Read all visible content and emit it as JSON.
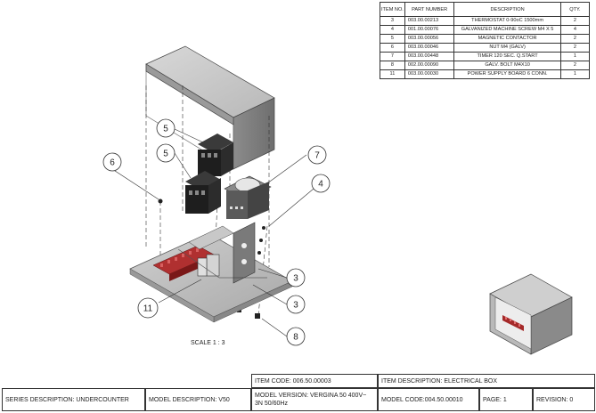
{
  "bom": {
    "headers": [
      "ITEM NO.",
      "PART NUMBER",
      "DESCRIPTION",
      "QTY."
    ],
    "rows": [
      [
        "3",
        "003.00.00213",
        "THERMOSTAT 0-90oC 1500mm",
        "2"
      ],
      [
        "4",
        "001.00.00076",
        "GALVANIZED MACHINE SCREW M4 X 5",
        "4"
      ],
      [
        "5",
        "003.00.00056",
        "MAGNETIC CONTACTOR",
        "2"
      ],
      [
        "6",
        "003.00.00046",
        "NUT M4 (GALV)",
        "2"
      ],
      [
        "7",
        "003.00.00448",
        "TIMER 120 SEC. Q.START",
        "1"
      ],
      [
        "8",
        "002.00.00090",
        "GALV. BOLT M4X10",
        "2"
      ],
      [
        "11",
        "003.00.00030",
        "POWER SUPPLY BOARD 6 CONN.",
        "1"
      ]
    ]
  },
  "callouts": [
    "5",
    "5",
    "6",
    "7",
    "4",
    "3",
    "3",
    "11",
    "8"
  ],
  "scale_label": "SCALE 1 : 3",
  "title_block": {
    "item_code": "ITEM  CODE: 006.50.00003",
    "item_description": "ITEM  DESCRIPTION: ELECTRICAL BOX",
    "series_description": "SERIES DESCRIPTION: UNDERCOUNTER",
    "model_description": "MODEL DESCRIPTION: V50",
    "model_version": "MODEL VERSION: VERGINA 50 400V~ 3N 50/60Hz",
    "model_code": "MODEL CODE:004.50.00010",
    "page": "PAGE: 1",
    "revision": "REVISION: 0"
  }
}
